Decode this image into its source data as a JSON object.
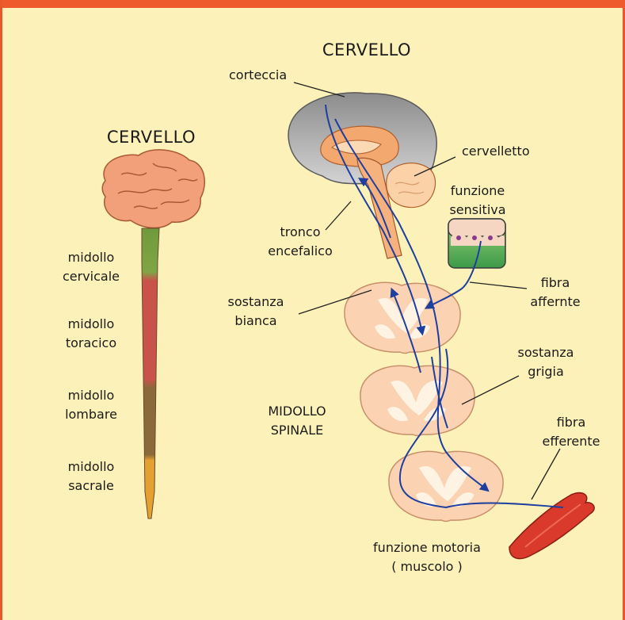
{
  "left": {
    "title": "CERVELLO",
    "segments": {
      "cervical": "midollo cervicale",
      "thoracic": "midollo toracico",
      "lumbar": "midollo lombare",
      "sacral": "midollo sacrale"
    },
    "cervical": [
      "midollo",
      "cervicale"
    ],
    "thoracic": [
      "midollo",
      "toracico"
    ],
    "lumbar": [
      "midollo",
      "lombare"
    ],
    "sacral": [
      "midollo",
      "sacrale"
    ]
  },
  "right": {
    "title": "CERVELLO",
    "corteccia": "corteccia",
    "cervelletto": "cervelletto",
    "funzione_sensitiva": [
      "funzione",
      "sensitiva"
    ],
    "tronco": [
      "tronco",
      "encefalico"
    ],
    "fibra_afferente": [
      "fibra",
      "affernte"
    ],
    "sostanza_bianca": [
      "sostanza",
      "bianca"
    ],
    "sostanza_grigia": [
      "sostanza",
      "grigia"
    ],
    "midollo_spinale": [
      "MIDOLLO",
      "SPINALE"
    ],
    "fibra_efferente": [
      "fibra",
      "efferente"
    ],
    "funzione_motoria": [
      "funzione motoria",
      "( muscolo )"
    ]
  },
  "colors": {
    "border": "#e7582b",
    "background": "#fcf1b8",
    "nerve": "#1f3f9e",
    "cord_cervical": "#6f9a3c",
    "cord_thoracic": "#c9534a",
    "cord_lumbar": "#8a6a3a",
    "cord_sacral": "#e5a032",
    "brain": "#f2a07a",
    "cortex": "#9e9e9e",
    "spinal_section": "#fbd2b2",
    "muscle": "#d93a2b"
  }
}
